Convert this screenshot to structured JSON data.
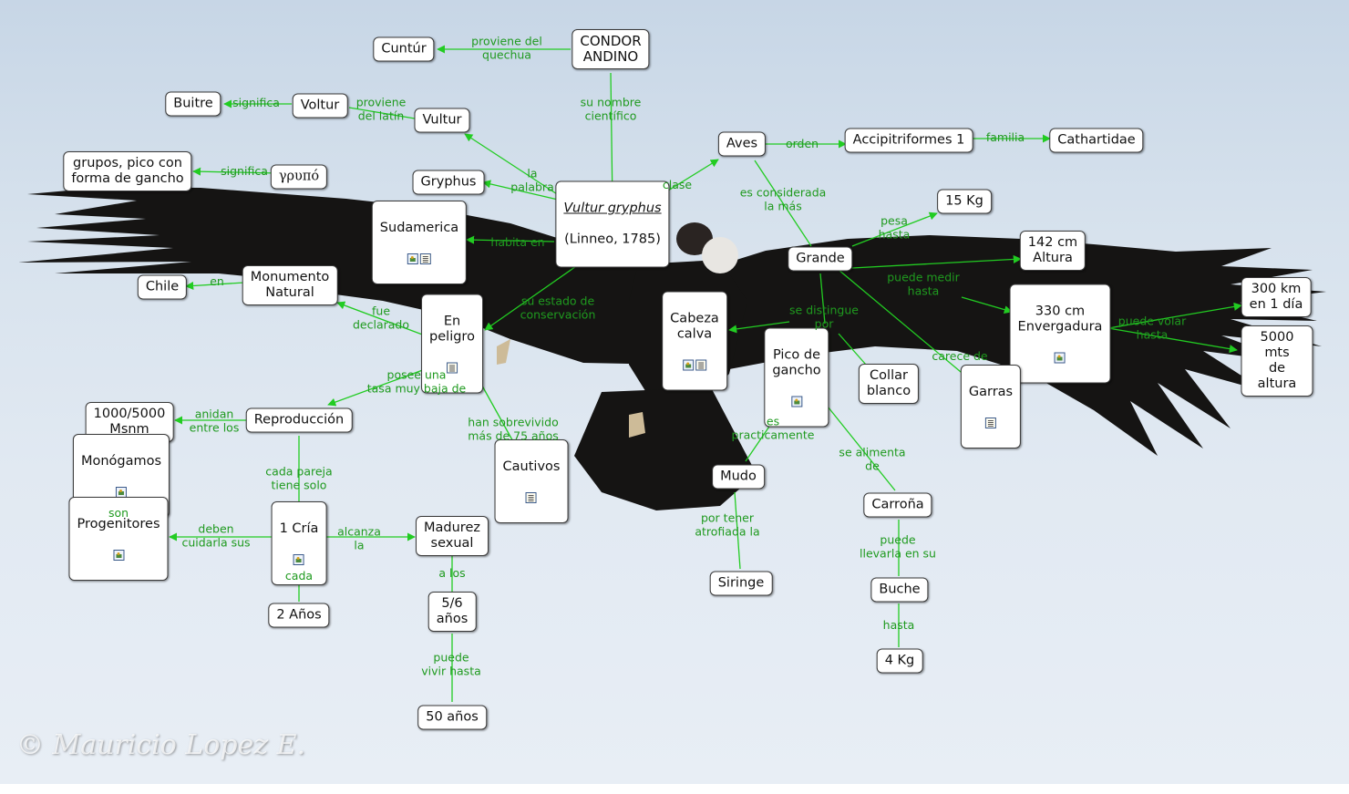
{
  "watermark": "© Mauricio Lopez E.",
  "nodes": {
    "condor": "CONDOR\nANDINO",
    "cuntur": "Cuntúr",
    "buitre": "Buitre",
    "voltur": "Voltur",
    "vultur": "Vultur",
    "gryphus": "Gryphus",
    "grupos": "grupos, pico con\nforma de gancho",
    "gryp": "γρυπό",
    "main_it": "Vultur gryphus",
    "main_rest": "(Linneo, 1785)",
    "aves": "Aves",
    "accip": "Accipitriformes 1",
    "cathart": "Cathartidae",
    "kg15": "15 Kg",
    "sudamerica": "Sudamerica",
    "chile": "Chile",
    "monumento": "Monumento\nNatural",
    "grande": "Grande",
    "altura142": "142 cm\nAltura",
    "km300": "300 km\nen 1 día",
    "cm330": "330 cm\nEnvergadura",
    "mts5000": "5000 mts\nde altura",
    "enpeligro": "En\npeligro",
    "cabeza": "Cabeza\ncalva",
    "pico": "Pico de\ngancho",
    "collar": "Collar\nblanco",
    "garras": "Garras",
    "msnm": "1000/5000\nMsnm",
    "reproduccion": "Reproducción",
    "monogamos": "Monógamos",
    "cautivos": "Cautivos",
    "mudo": "Mudo",
    "carrona": "Carroña",
    "progenitores": "Progenitores",
    "cria": "1 Cría",
    "madurez": "Madurez\nsexual",
    "anos56": "5/6\naños",
    "anos2": "2 Años",
    "siringe": "Siringe",
    "buche": "Buche",
    "kg4": "4 Kg",
    "anos50": "50 años"
  },
  "labels": {
    "proviene_quechua": "proviene del\nquechua",
    "nombre_cientifico": "su nombre\ncientífico",
    "significa1": "significa",
    "proviene_latin": "proviene\ndel latín",
    "significa2": "significa",
    "la_palabra": "la\npalabra",
    "clase": "clase",
    "orden": "orden",
    "familia": "familia",
    "considerada": "es considerada\nla más",
    "pesa": "pesa\nhasta",
    "habita": "habita en",
    "en": "en",
    "medir": "puede medir\nhasta",
    "volar": "puede volar\nhasta",
    "estado": "su estado de\nconservación",
    "declarado": "fue\ndeclarado",
    "distingue": "se distingue\npor",
    "carece": "carece de",
    "tasa": "posee una\ntasa muy baja de",
    "anidan": "anidan\nentre los",
    "sobrevivido": "han sobrevivido\nmás de 75 años",
    "practicamente": "es\npracticamente",
    "alimenta": "se alimenta\nde",
    "son": "son",
    "cada_pareja": "cada pareja\ntiene solo",
    "deben": "deben\ncuidarla sus",
    "alcanza": "alcanza\nla",
    "a_los": "a los",
    "cada": "cada",
    "por_tener": "por tener\natrofiada la",
    "llevarla": "puede\nllevarla en su",
    "puede_vivir": "puede\nvivir hasta",
    "hasta": "hasta"
  },
  "colors": {
    "link": "#22cc22",
    "label": "#1f9a1f",
    "node_border": "#3a3a3a",
    "bird": "#141312"
  }
}
